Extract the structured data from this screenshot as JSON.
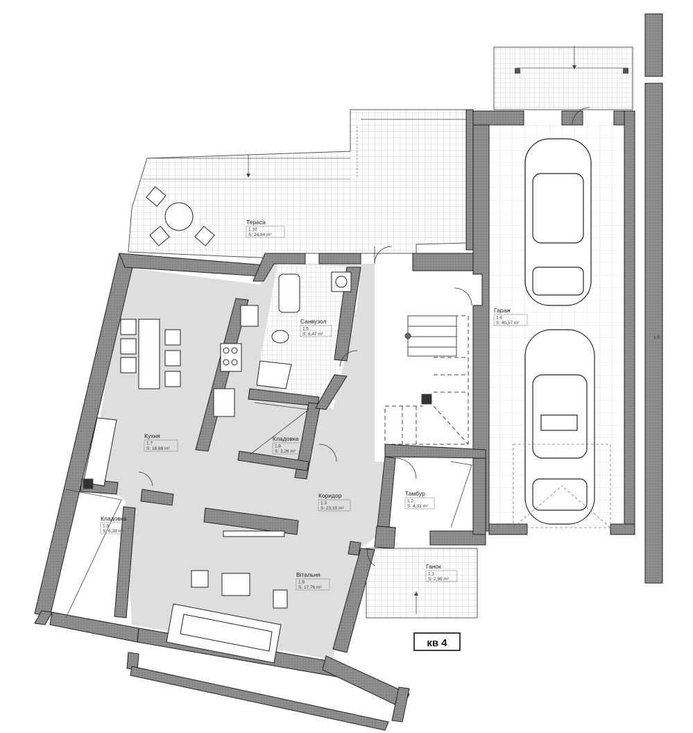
{
  "apartment_label": "кв 4",
  "colors": {
    "wall_fill": "#8a8a8a",
    "floor_fill": "#dcdcdc",
    "tile_line": "#9a9a9a",
    "line": "#222222"
  },
  "rooms": [
    {
      "id": "terrace",
      "name": "Тераса",
      "number": "1.10",
      "area": "S: 24,84 m²"
    },
    {
      "id": "bathroom",
      "name": "Санвузол",
      "number": "1.5",
      "area": "S: 6,47 m²"
    },
    {
      "id": "garage",
      "name": "Гараж",
      "number": "1.4",
      "area": "S: 40,57 m²"
    },
    {
      "id": "kitchen",
      "name": "Кухня",
      "number": "1.7",
      "area": "S: 18,88 m²"
    },
    {
      "id": "pantry1",
      "name": "Кладовка",
      "number": "1.6",
      "area": "S: 3,26 m²"
    },
    {
      "id": "corridor",
      "name": "Коридор",
      "number": "1.3",
      "area": "S: 23,10 m²"
    },
    {
      "id": "vestibule",
      "name": "Тамбур",
      "number": "1.2",
      "area": "S: 4,33 m²"
    },
    {
      "id": "pantry2",
      "name": "Кладовка",
      "number": "1.8",
      "area": "S: 6,39 m²"
    },
    {
      "id": "living",
      "name": "Вітальня",
      "number": "1.9",
      "area": "S: 17,76 m²"
    },
    {
      "id": "porch",
      "name": "Ганок",
      "number": "1.1",
      "area": "S: 2,96 m²"
    }
  ],
  "fragments": [
    "1.5"
  ]
}
